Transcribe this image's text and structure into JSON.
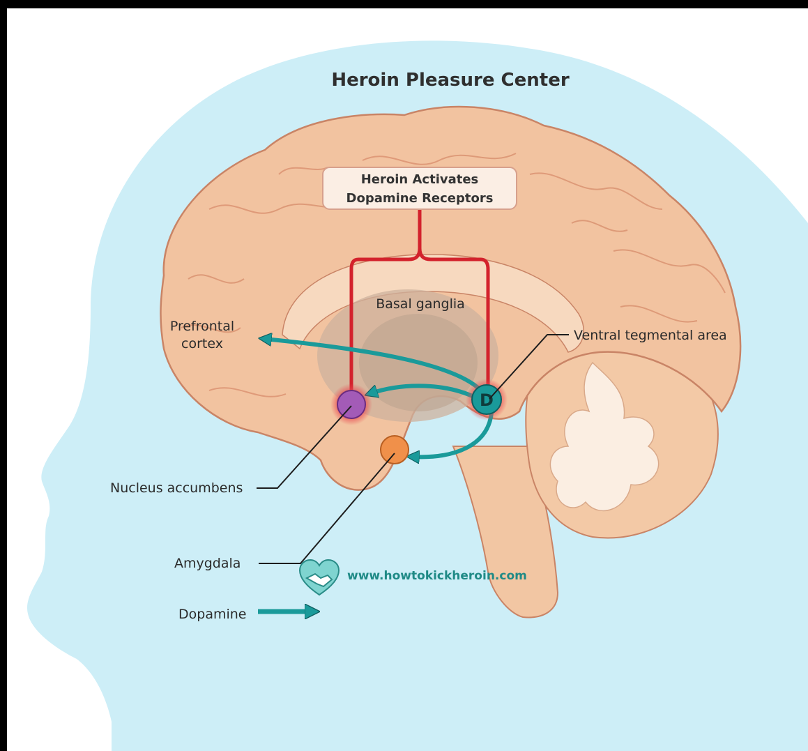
{
  "title": "Heroin Pleasure Center",
  "callout": {
    "line1": "Heroin Activates",
    "line2": "Dopamine Receptors"
  },
  "labels": {
    "basal_ganglia": "Basal ganglia",
    "prefrontal_line1": "Prefrontal",
    "prefrontal_line2": "cortex",
    "ventral_tegmental": "Ventral tegmental area",
    "nucleus_accumbens": "Nucleus accumbens",
    "amygdala": "Amygdala",
    "dopamine_legend": "Dopamine",
    "vta_marker": "D"
  },
  "footer": {
    "website": "www.howtokickheroin.com",
    "logo_icon": "heart-handshake-icon"
  },
  "colors": {
    "background_frame": "#000000",
    "head_fill": "#cdeef7",
    "brain_fill": "#f2c3a0",
    "brain_outline": "#c98466",
    "red_path": "#d3222c",
    "dopamine_teal": "#1a9a9a",
    "nucleus_accumbens": "#a35bb7",
    "amygdala": "#f0904a",
    "website_text": "#1f8a86"
  }
}
